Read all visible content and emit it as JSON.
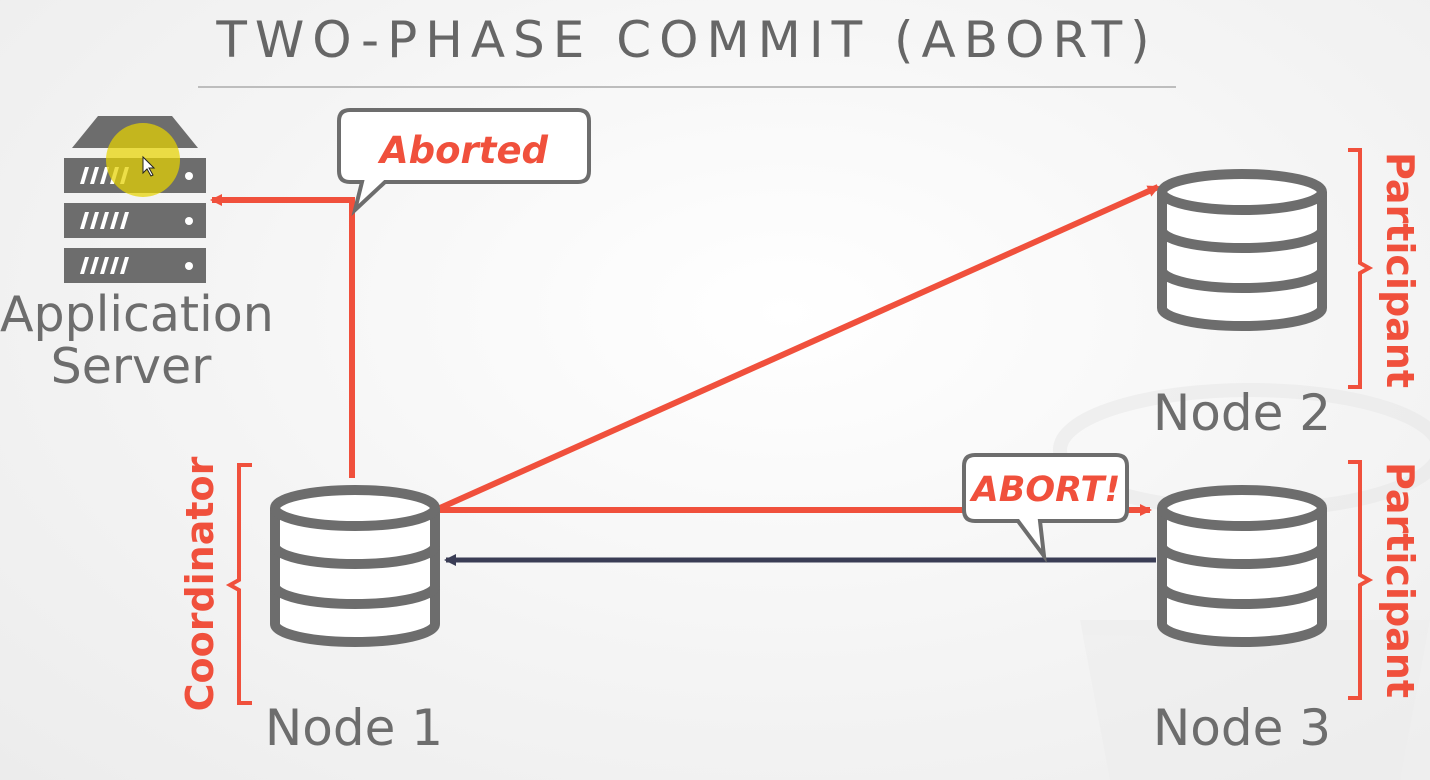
{
  "slide": {
    "title": "TWO-PHASE COMMIT (ABORT)"
  },
  "nodes": {
    "app_server": {
      "line1": "Application",
      "line2": "Server"
    },
    "node1": {
      "label": "Node 1",
      "role": "Coordinator"
    },
    "node2": {
      "label": "Node 2",
      "role": "Participant"
    },
    "node3": {
      "label": "Node 3",
      "role": "Participant"
    }
  },
  "messages": {
    "aborted": "Aborted",
    "abort": "ABORT!"
  },
  "colors": {
    "message_arrow": "#f0503c",
    "reply_arrow": "#3a3d55",
    "icon_gray": "#6d6d6d",
    "cursor_highlight": "#e6d200"
  },
  "icons": {
    "server": "server-rack-icon",
    "database": "database-icon",
    "cursor": "mouse-cursor-icon"
  }
}
